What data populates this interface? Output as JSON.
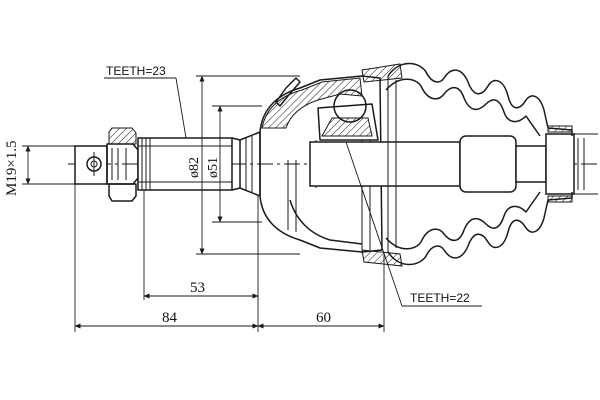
{
  "labels": {
    "thread": "M19×1.5",
    "teeth_outer": "TEETH=23",
    "teeth_inner": "TEETH=22",
    "dia_outer": "ø82",
    "dia_inner": "ø51",
    "dim_53": "53",
    "dim_84": "84",
    "dim_60": "60"
  },
  "colors": {
    "line": "#1a1a1a",
    "background": "#ffffff"
  }
}
